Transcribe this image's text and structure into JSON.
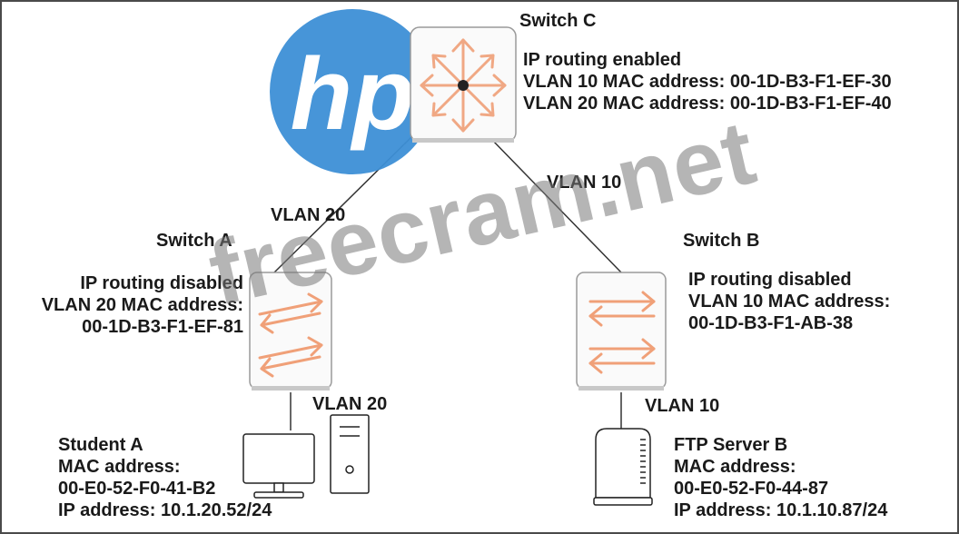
{
  "switch_c": {
    "title": "Switch C",
    "info": [
      "IP routing enabled",
      "VLAN 10 MAC address: 00-1D-B3-F1-EF-30",
      "VLAN 20 MAC address: 00-1D-B3-F1-EF-40"
    ]
  },
  "switch_a": {
    "title": "Switch A",
    "info": [
      "IP routing disabled",
      "VLAN 20 MAC address:",
      "00-1D-B3-F1-EF-81"
    ]
  },
  "switch_b": {
    "title": "Switch B",
    "info": [
      "IP routing disabled",
      "VLAN 10 MAC address:",
      "00-1D-B3-F1-AB-38"
    ]
  },
  "links": {
    "c_a": "VLAN 20",
    "c_b": "VLAN 10",
    "a_student": "VLAN 20",
    "b_server": "VLAN 10"
  },
  "student_a": {
    "info": [
      "Student A",
      "MAC address:",
      "00-E0-52-F0-41-B2",
      "IP address: 10.1.20.52/24"
    ]
  },
  "server_b": {
    "info": [
      "FTP Server B",
      "MAC address:",
      "00-E0-52-F0-44-87",
      "IP address: 10.1.10.87/24"
    ]
  },
  "watermarks": {
    "logo_text": "hp",
    "site_text": "freecram.net"
  },
  "colors": {
    "arrow": "#f0a078",
    "logo": "#3d8fd6",
    "line": "#333333"
  }
}
